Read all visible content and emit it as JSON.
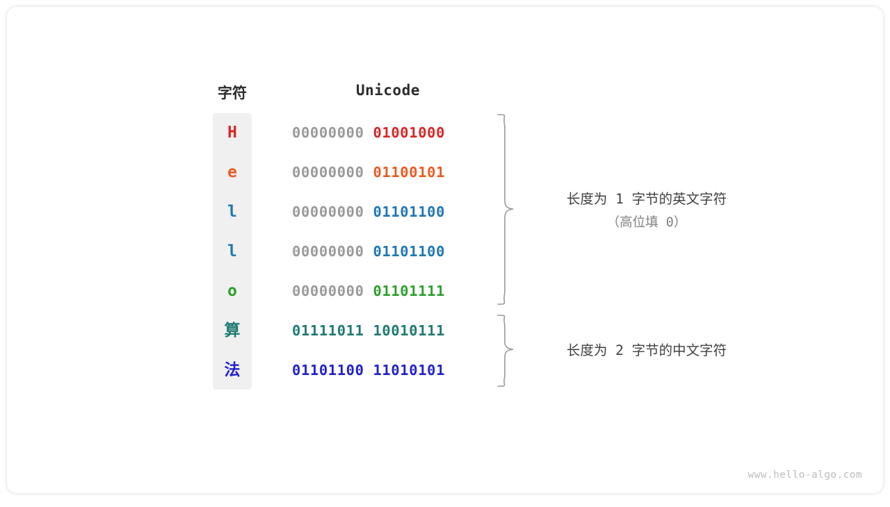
{
  "watermark": "www.hello-algo.com",
  "colors": {
    "strip_bg": "#f0f0f0",
    "high_zeros": "#9a9a9a",
    "brace": "#999999",
    "note_text": "#3f3f3f",
    "note_sub_text": "#808080"
  },
  "headers": {
    "char": "字符",
    "unicode": "Unicode"
  },
  "rows": [
    {
      "char": "H",
      "char_color": "#d62728",
      "high": "00000000 ",
      "low": "01001000",
      "low_color": "#d62728"
    },
    {
      "char": "e",
      "char_color": "#ea5b22",
      "high": "00000000 ",
      "low": "01100101",
      "low_color": "#ea5b22"
    },
    {
      "char": "l",
      "char_color": "#2077b4",
      "high": "00000000 ",
      "low": "01101100",
      "low_color": "#2077b4"
    },
    {
      "char": "l",
      "char_color": "#2077b4",
      "high": "00000000 ",
      "low": "01101100",
      "low_color": "#2077b4"
    },
    {
      "char": "o",
      "char_color": "#2ca02c",
      "high": "00000000 ",
      "low": "01101111",
      "low_color": "#2ca02c"
    },
    {
      "char": "算",
      "char_color": "#1f7a72",
      "high": "",
      "low": "01111011 10010111",
      "low_color": "#1f7a72"
    },
    {
      "char": "法",
      "char_color": "#2222cc",
      "high": "",
      "low": "01101100 11010101",
      "low_color": "#2222cc"
    }
  ],
  "notes": {
    "group1_main": "长度为 1 字节的英文字符",
    "group1_sub": "（高位填 0）",
    "group2_main": "长度为 2 字节的中文字符"
  }
}
